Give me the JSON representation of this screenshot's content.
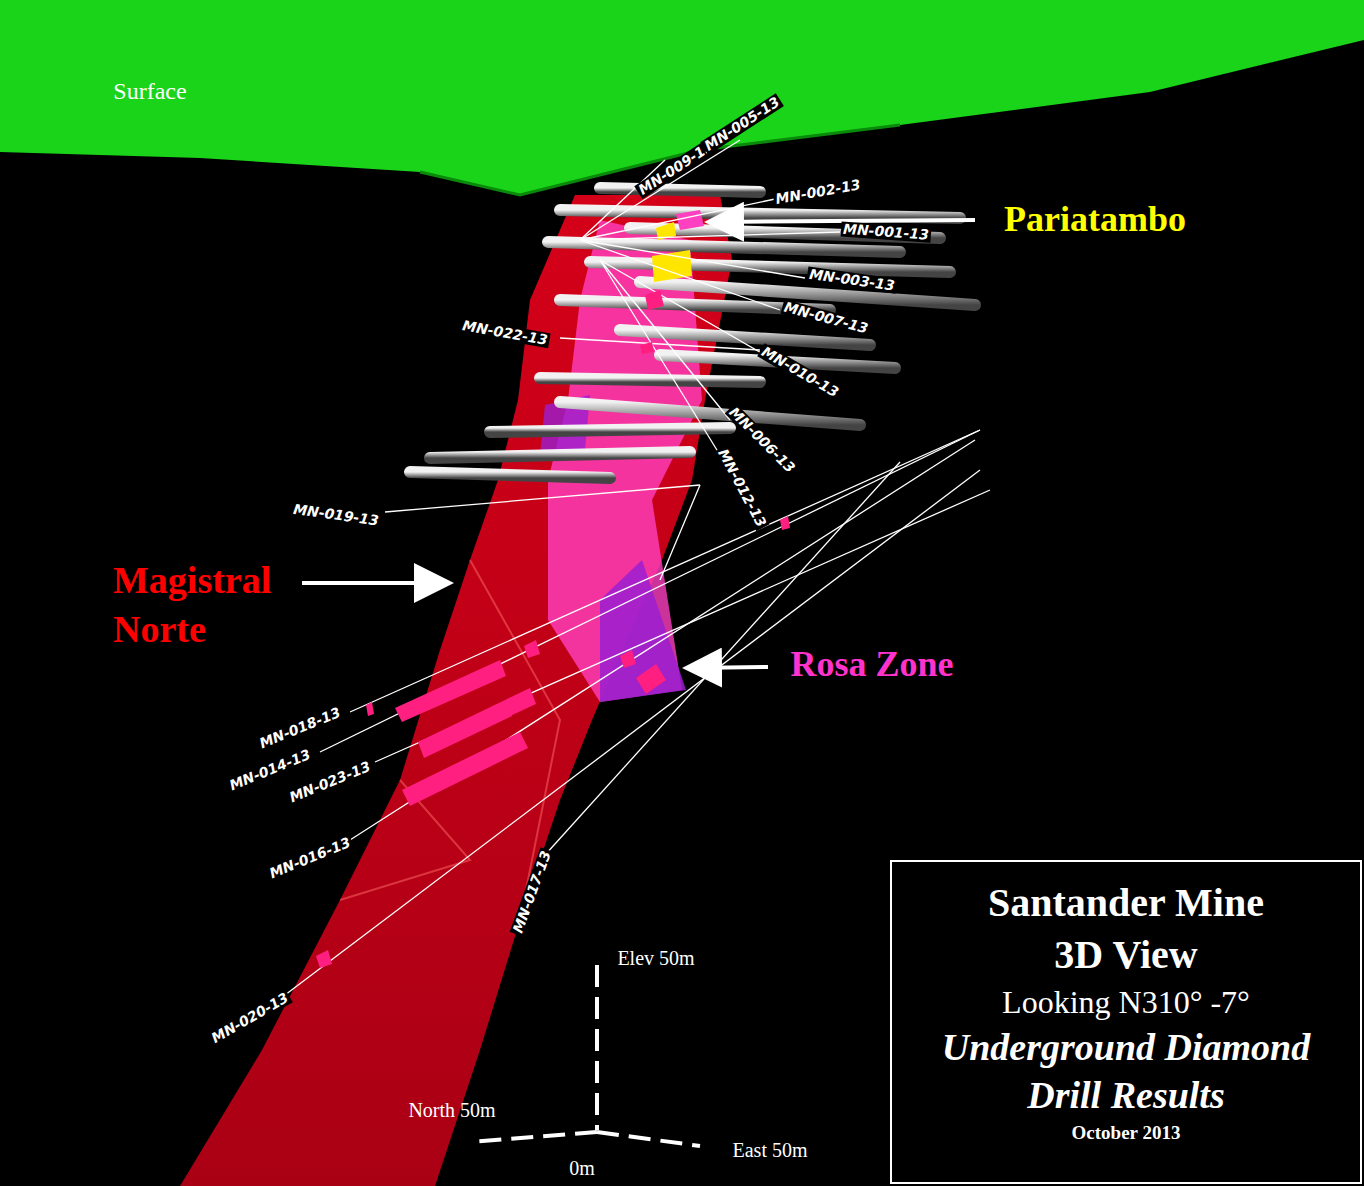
{
  "diagram": {
    "nodes": [
      {
        "text": [
          "Santander Mine",
          "3D View",
          "Looking N310° -7°",
          "Underground Diamond Drill Results",
          "October 2013"
        ]
      }
    ],
    "labels": [
      "Surface",
      "Pariatambo",
      "Magistral Norte",
      "Rosa Zone",
      "MN-009-13",
      "MN-005-13",
      "MN-002-13",
      "MN-001-13",
      "MN-003-13",
      "MN-007-13",
      "MN-022-13",
      "MN-010-13",
      "MN-006-13",
      "MN-012-13",
      "MN-019-13",
      "MN-018-13",
      "MN-014-13",
      "MN-023-13",
      "MN-016-13",
      "MN-017-13",
      "MN-020-13",
      "Elev 50m",
      "North 50m",
      "East 50m",
      "0m"
    ]
  }
}
